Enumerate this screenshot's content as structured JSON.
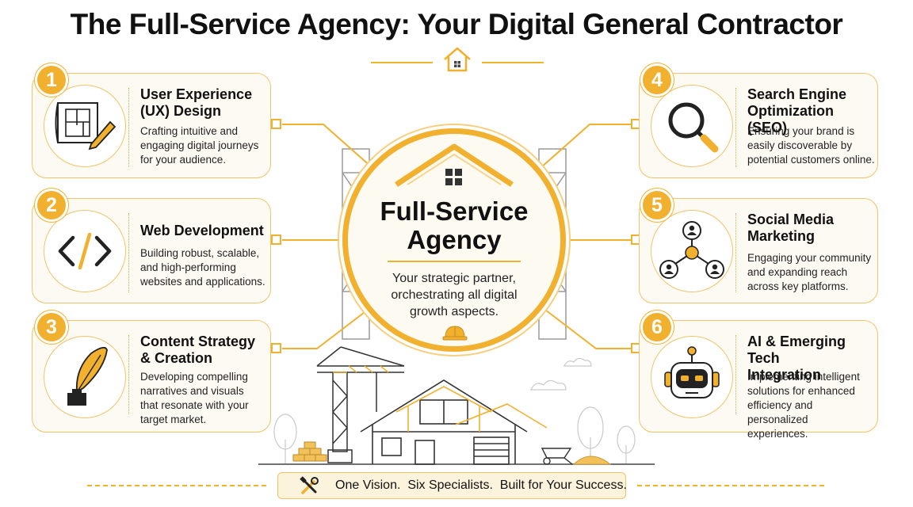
{
  "title": "The Full-Service Agency: Your Digital General Contractor",
  "center": {
    "title_line1": "Full-Service",
    "title_line2": "Agency",
    "subtitle_line1": "Your strategic partner,",
    "subtitle_line2": "orchestrating all digital",
    "subtitle_line3": "growth aspects."
  },
  "services": [
    {
      "num": "1",
      "icon": "blueprint-pencil-icon",
      "title1": "User Experience",
      "title2": "(UX) Design",
      "desc": [
        "Crafting intuitive and",
        "engaging digital journeys",
        "for your audience."
      ]
    },
    {
      "num": "2",
      "icon": "code-brackets-icon",
      "title1": "Web Development",
      "title2": "",
      "desc": [
        "Building robust, scalable,",
        "and high-performing",
        "websites and applications."
      ]
    },
    {
      "num": "3",
      "icon": "quill-inkwell-icon",
      "title1": "Content Strategy",
      "title2": "& Creation",
      "desc": [
        "Developing compelling",
        "narratives and visuals",
        "that resonate with your",
        "target market."
      ]
    },
    {
      "num": "4",
      "icon": "magnifier-icon",
      "title1": "Search Engine",
      "title2": "Optimization (SEO)",
      "desc": [
        "Ensuring your brand is",
        "easily discoverable by",
        "potential customers online."
      ]
    },
    {
      "num": "5",
      "icon": "social-network-icon",
      "title1": "Social Media",
      "title2": "Marketing",
      "desc": [
        "Engaging your community",
        "and expanding reach",
        "across key platforms."
      ]
    },
    {
      "num": "6",
      "icon": "robot-icon",
      "title1": "AI & Emerging Tech",
      "title2": "Integration",
      "desc": [
        "Implementing intelligent",
        "solutions for enhanced",
        "efficiency and personalized",
        "experiences."
      ]
    }
  ],
  "footer": {
    "text": "One Vision.  Six Specialists.  Built for Your Success."
  },
  "colors": {
    "accent": "#f2b02f",
    "accent_light": "#f0c469",
    "card_bg": "#fdfaf3",
    "text": "#111111",
    "line_gray": "#9a9a9a"
  }
}
